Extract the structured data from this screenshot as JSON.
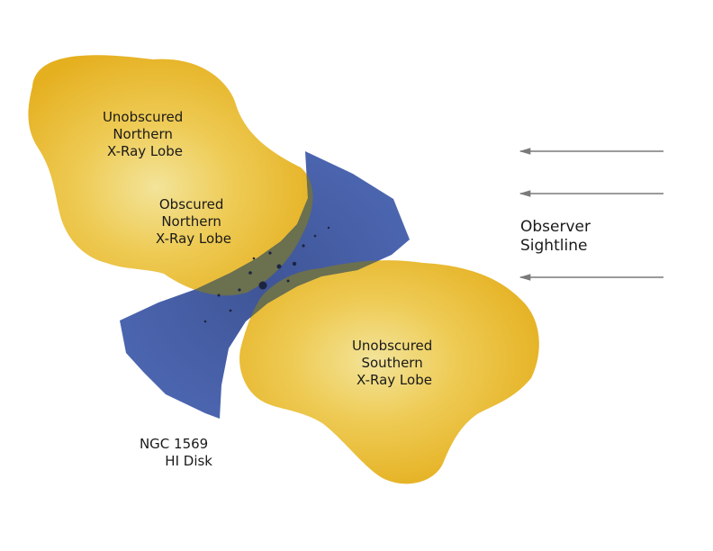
{
  "diagram": {
    "northern_unobscured": [
      "Unobscured",
      "Northern",
      "X-Ray Lobe"
    ],
    "northern_obscured": [
      "Obscured",
      "Northern",
      "X-Ray Lobe"
    ],
    "southern_unobscured": [
      "Unobscured",
      "Southern",
      "X-Ray Lobe"
    ],
    "observer": [
      "Observer",
      "Sightline"
    ],
    "disk": [
      "NGC 1569",
      "HI Disk"
    ],
    "colors": {
      "lobe": "#e9b523",
      "lobe_light": "#f4e090",
      "disk": "#4a64ad",
      "overlap": "#6f7248",
      "arrow": "#7a7a7a"
    }
  }
}
